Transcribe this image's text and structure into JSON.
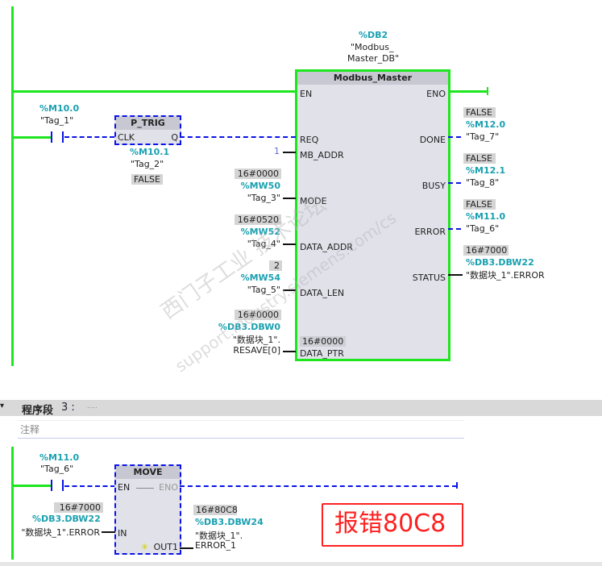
{
  "network2": {
    "instance_db": {
      "address": "%DB2",
      "name_line1": "\"Modbus_",
      "name_line2": "Master_DB\""
    },
    "modbus_master": {
      "title": "Modbus_Master",
      "inputs": [
        "EN",
        "REQ",
        "MB_ADDR",
        "MODE",
        "DATA_ADDR",
        "DATA_LEN",
        "DATA_PTR"
      ],
      "outputs": [
        "ENO",
        "DONE",
        "BUSY",
        "ERROR",
        "STATUS"
      ],
      "data_ptr_value": "16#0000"
    },
    "contact_tag1": {
      "address": "%M10.0",
      "tag": "\"Tag_1\""
    },
    "p_trig": {
      "title": "P_TRIG",
      "in": "CLK",
      "out": "Q",
      "address": "%M10.1",
      "tag": "\"Tag_2\"",
      "value": "FALSE"
    },
    "mb_addr_value": "1",
    "mode": {
      "value": "16#0000",
      "address": "%MW50",
      "tag": "\"Tag_3\""
    },
    "data_addr": {
      "value": "16#0520",
      "address": "%MW52",
      "tag": "\"Tag_4\""
    },
    "data_len": {
      "value": "2",
      "address": "%MW54",
      "tag": "\"Tag_5\""
    },
    "data_ptr": {
      "value": "16#0000",
      "address": "%DB3.DBW0",
      "tag_line1": "\"数据块_1\".",
      "tag_line2": "RESAVE[0]"
    },
    "done": {
      "value": "FALSE",
      "address": "%M12.0",
      "tag": "\"Tag_7\""
    },
    "busy": {
      "value": "FALSE",
      "address": "%M12.1",
      "tag": "\"Tag_8\""
    },
    "error": {
      "value": "FALSE",
      "address": "%M11.0",
      "tag": "\"Tag_6\""
    },
    "status": {
      "value": "16#7000",
      "address": "%DB3.DBW22",
      "tag": "\"数据块_1\".ERROR"
    }
  },
  "network3": {
    "header": {
      "label": "程序段",
      "number": "3 :",
      "title_placeholder": "....."
    },
    "comment_placeholder": "注释",
    "contact_tag6": {
      "address": "%M11.0",
      "tag": "\"Tag_6\""
    },
    "move": {
      "title": "MOVE",
      "en": "EN",
      "eno": "ENO",
      "in": "IN",
      "out": "OUT1",
      "star": "✳"
    },
    "in_operand": {
      "value": "16#7000",
      "address": "%DB3.DBW22",
      "tag": "\"数据块_1\".ERROR"
    },
    "out_operand": {
      "value": "16#80C8",
      "address": "%DB3.DBW24",
      "tag_line1": "\"数据块_1\".",
      "tag_line2": "ERROR_1"
    }
  },
  "annotation": {
    "text": "报错80C8",
    "color": "#ff2020"
  },
  "watermark": {
    "line1": "西门子工业  技术论坛",
    "line2": "support.industry.siemens.com/cs"
  }
}
